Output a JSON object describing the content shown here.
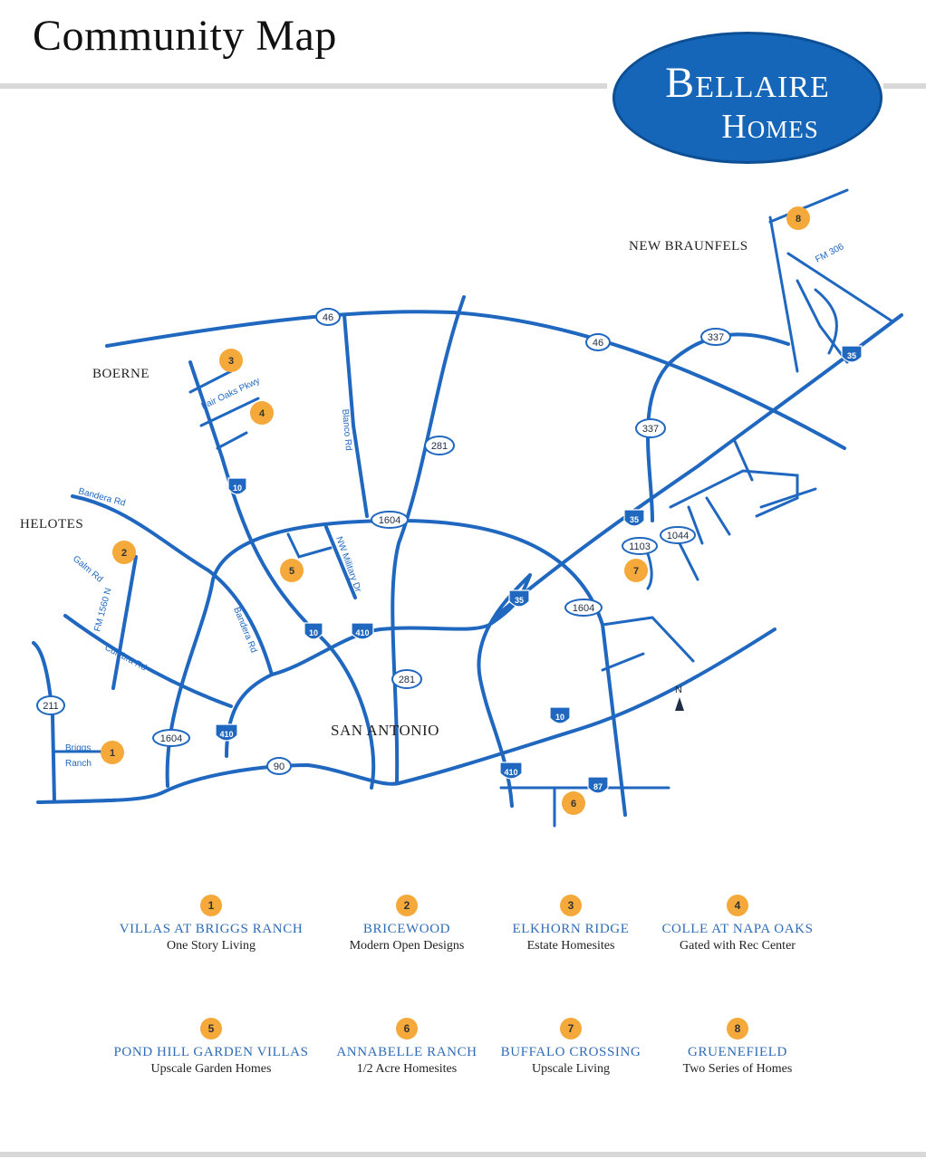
{
  "header": {
    "title": "Community Map",
    "logo": {
      "line1": "Bellaire",
      "line2": "Homes",
      "brand_color": "#1565b8"
    }
  },
  "map": {
    "cities": [
      "BOERNE",
      "HELOTES",
      "SAN ANTONIO",
      "NEW BRAUNFELS"
    ],
    "north_label": "N",
    "route_color": "#1f67bf",
    "marker_color": "#f4a93a",
    "routes": {
      "r46a": "46",
      "r46b": "46",
      "r337a": "337",
      "r337b": "337",
      "r281a": "281",
      "r281b": "281",
      "r1604a": "1604",
      "r1604b": "1604",
      "r1604c": "1604",
      "r211": "211",
      "r90": "90",
      "r1103": "1103",
      "r1044": "1044"
    },
    "interstates": {
      "i10a": "10",
      "i10b": "10",
      "i10c": "10",
      "i410a": "410",
      "i410b": "410",
      "i410c": "410",
      "i35a": "35",
      "i35b": "35",
      "i35c": "35",
      "i87": "87"
    },
    "streets": {
      "bandera_rd": "Bandera Rd",
      "bandera_rd2": "Bandera Rd",
      "galm_rd": "Galm Rd",
      "fm1560": "FM 1560 N",
      "culebra_rd": "Culebra Rd",
      "blanco_rd": "Blanco Rd",
      "nw_military": "NW Military Dr",
      "fair_oaks": "Fair Oaks Pkwy",
      "fm306": "FM 306",
      "briggs1": "Briggs",
      "briggs2": "Ranch"
    },
    "markers": [
      "1",
      "2",
      "3",
      "4",
      "5",
      "6",
      "7",
      "8"
    ]
  },
  "legend": [
    {
      "num": "1",
      "name": "VILLAS AT BRIGGS RANCH",
      "desc": "One Story Living"
    },
    {
      "num": "2",
      "name": "BRICEWOOD",
      "desc": "Modern Open Designs"
    },
    {
      "num": "3",
      "name": "ELKHORN RIDGE",
      "desc": "Estate Homesites"
    },
    {
      "num": "4",
      "name": "COLLE AT NAPA OAKS",
      "desc": "Gated with Rec Center"
    },
    {
      "num": "5",
      "name": "POND HILL GARDEN VILLAS",
      "desc": "Upscale Garden Homes"
    },
    {
      "num": "6",
      "name": "ANNABELLE RANCH",
      "desc": "1/2 Acre Homesites"
    },
    {
      "num": "7",
      "name": "BUFFALO CROSSING",
      "desc": "Upscale Living"
    },
    {
      "num": "8",
      "name": "GRUENEFIELD",
      "desc": "Two Series of Homes"
    }
  ]
}
